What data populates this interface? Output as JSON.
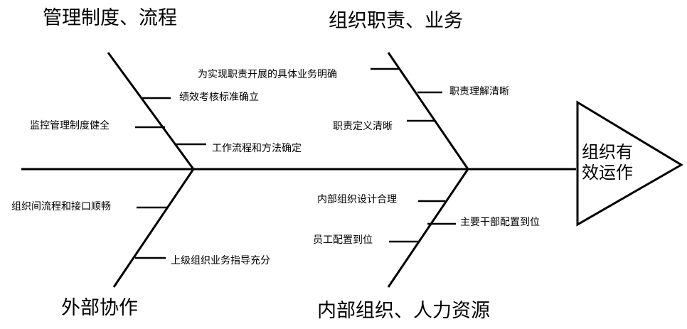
{
  "head": {
    "line1": "组织有",
    "line2": "效运作"
  },
  "categories": {
    "management": "管理制度、流程",
    "duties": "组织职责、业务",
    "external": "外部协作",
    "internal": "内部组织、人力资源"
  },
  "causes": {
    "management": [
      "绩效考核标准确立",
      "监控管理制度健全",
      "工作流程和方法确定"
    ],
    "duties": [
      "为实现职责开展的具体业务明确",
      "职责理解清晰",
      "职责定义清晰"
    ],
    "external": [
      "组织间流程和接口顺畅",
      "上级组织业务指导充分"
    ],
    "internal": [
      "内部组织设计合理",
      "主要干部配置到位",
      "员工配置到位"
    ]
  }
}
